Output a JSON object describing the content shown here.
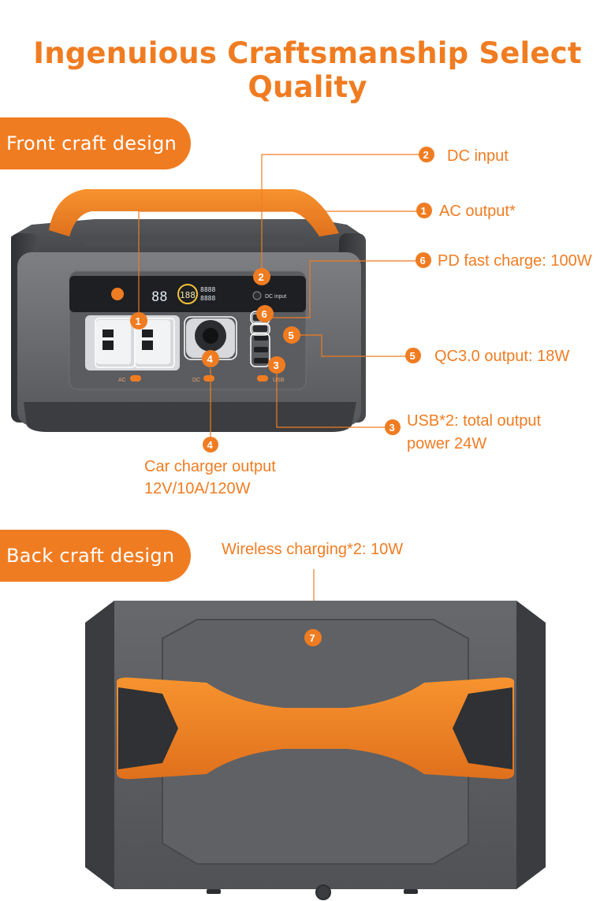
{
  "page": {
    "title": "Ingenuious Craftsmanship Select Quality",
    "front_section_label": "Front craft design",
    "back_section_label": "Back craft design"
  },
  "colors": {
    "accent": "#f07c22",
    "device_body": "#6b6d70",
    "device_dark": "#3a3c3f",
    "panel": "#1d1f22"
  },
  "callouts": {
    "dc_input": {
      "num": "2",
      "text": "DC input"
    },
    "ac_output": {
      "num": "1",
      "text": "AC output*"
    },
    "pd_fast_charge": {
      "num": "6",
      "text": "PD fast charge: 100W"
    },
    "qc_output": {
      "num": "5",
      "text": "QC3.0 output: 18W"
    },
    "usb_output": {
      "num": "3",
      "line1": "USB*2: total output",
      "line2": "power 24W"
    },
    "car_charger": {
      "num": "4",
      "line1": "Car charger output",
      "line2": "12V/10A/120W"
    },
    "wireless": {
      "num": "7",
      "text": "Wireless charging*2: 10W"
    }
  },
  "device_labels": {
    "ac": "AC",
    "dc": "DC",
    "usb": "USB",
    "dc_input_panel": "DC input",
    "lcd_main": "88",
    "lcd_percent": "188",
    "lcd_small_1": "8888",
    "lcd_small_2": "8888"
  }
}
